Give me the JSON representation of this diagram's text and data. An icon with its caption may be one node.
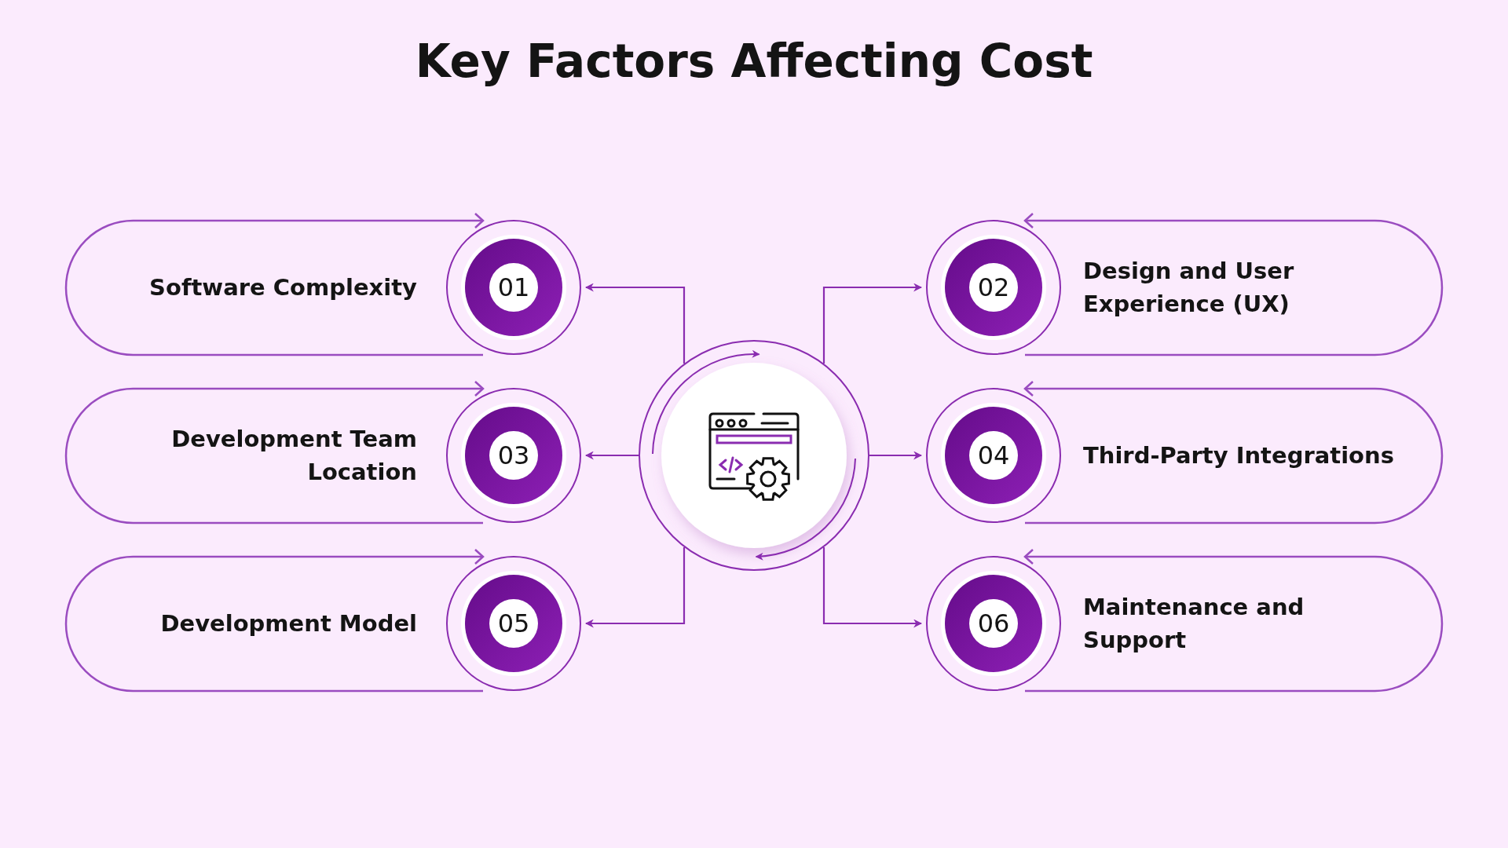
{
  "diagram": {
    "title": "Key Factors Affecting Cost",
    "nodes": [
      {
        "text": [],
        "shape": "circle"
      },
      {
        "text": [
          "Software Complexity"
        ]
      },
      {
        "text": [
          "01"
        ]
      },
      {
        "text": [
          "02"
        ]
      },
      {
        "text": [
          "Design and User Experience (UX)"
        ]
      },
      {
        "text": [
          "Development Team Location"
        ]
      },
      {
        "text": [
          "03"
        ]
      },
      {
        "text": [
          "04"
        ]
      },
      {
        "text": [
          "Third-Party Integrations"
        ]
      },
      {
        "text": [
          "Development Model"
        ]
      },
      {
        "text": [
          "05"
        ]
      },
      {
        "text": [
          "06"
        ]
      },
      {
        "text": [
          "Maintenance and Support"
        ]
      }
    ],
    "edges": [
      {
        "from": 0,
        "to": 2,
        "arrow": "to"
      },
      {
        "from": 0,
        "to": 3,
        "arrow": "to"
      },
      {
        "from": 0,
        "to": 6,
        "arrow": "to"
      },
      {
        "from": 0,
        "to": 7,
        "arrow": "to"
      },
      {
        "from": 0,
        "to": 10,
        "arrow": "to"
      },
      {
        "from": 0,
        "to": 11,
        "arrow": "to"
      }
    ]
  }
}
